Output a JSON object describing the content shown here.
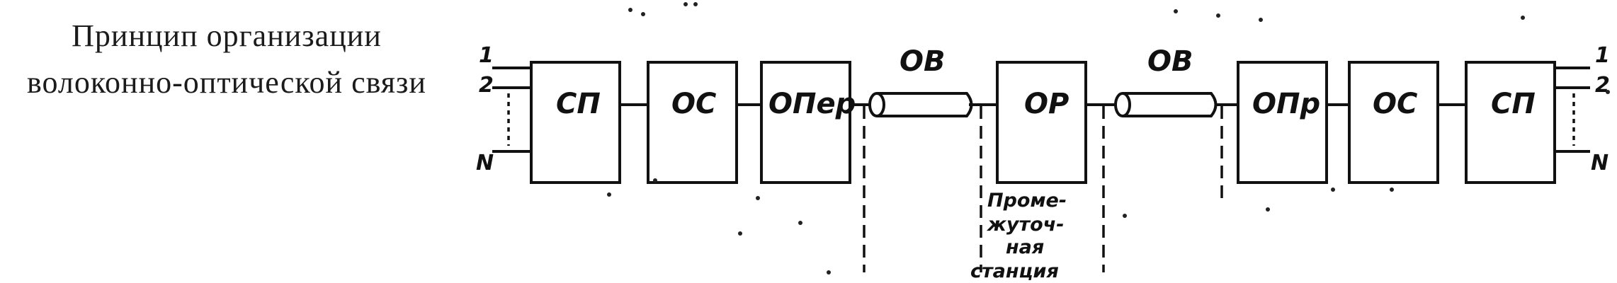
{
  "caption": {
    "line1": "Принцип организации",
    "line2": "волоконно-оптической связи"
  },
  "blocks": {
    "sp_left": "СП",
    "os_left": "ОС",
    "oper": "ОПер",
    "or": "ОР",
    "opr": "ОПр",
    "os_right": "ОС",
    "sp_right": "СП"
  },
  "fibers": {
    "ov_left": "ОВ",
    "ov_right": "ОВ"
  },
  "channels": {
    "left_1": "1",
    "left_2": "2",
    "left_n": "N",
    "right_1": "1",
    "right_2": "2",
    "right_n": "N"
  },
  "station_label": [
    "Проме-",
    "жуточ-",
    "ная",
    "станция"
  ]
}
